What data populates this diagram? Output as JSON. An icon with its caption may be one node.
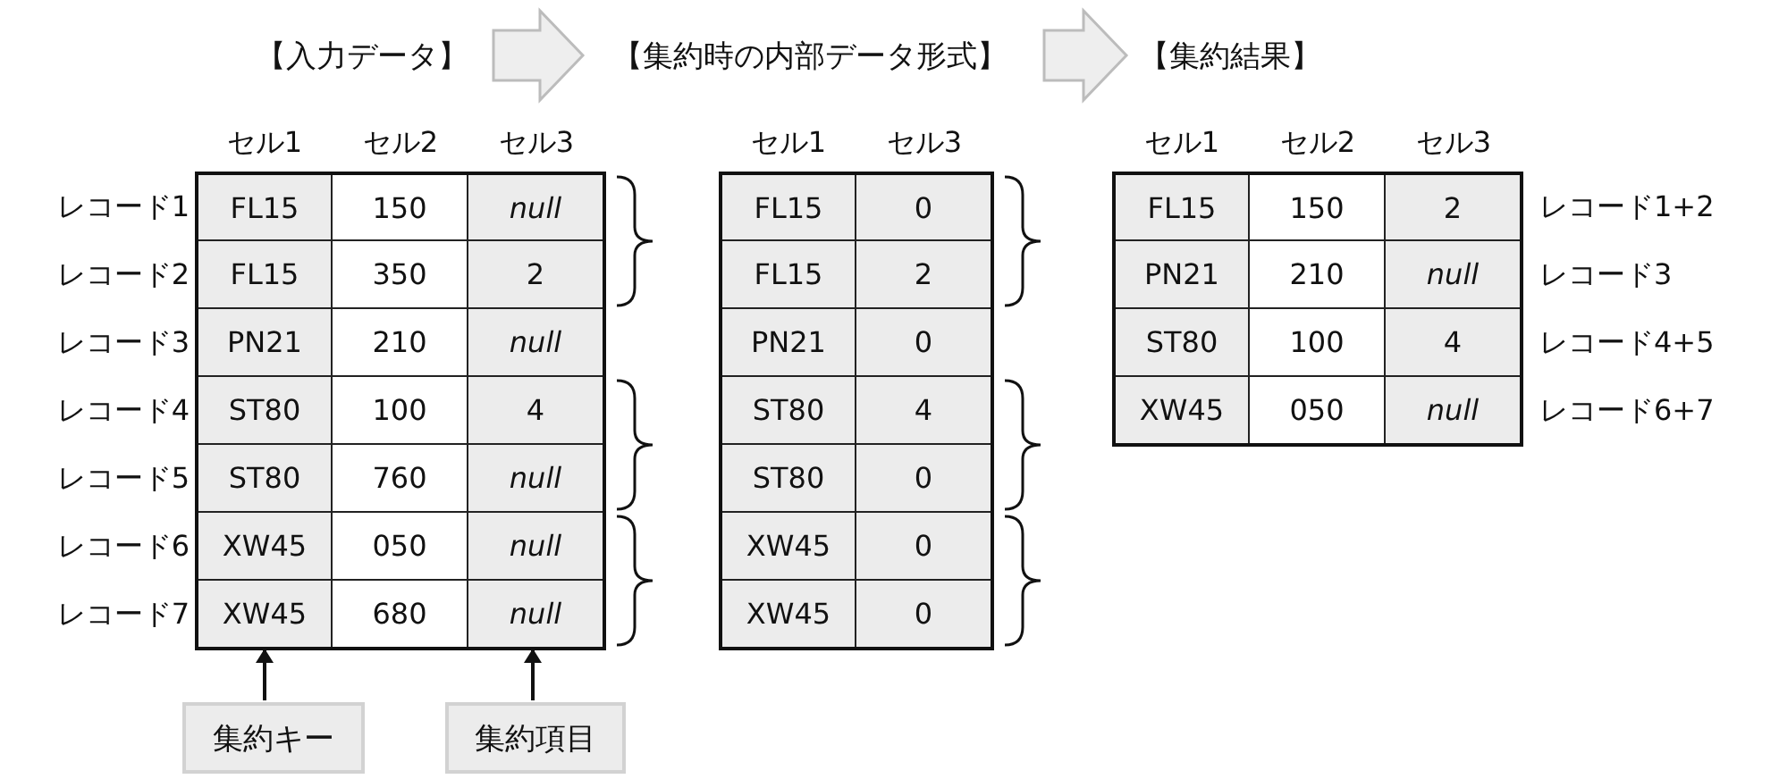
{
  "diagram": {
    "nodes": [
      {
        "text": [
          "【入力データ】"
        ]
      },
      {
        "text": [
          "【集約時の内部データ形式】"
        ]
      },
      {
        "text": [
          "【集約結果】"
        ]
      },
      {
        "text": [
          "集約キー"
        ]
      },
      {
        "text": [
          "集約項目"
        ]
      },
      {
        "text": [],
        "shape": "box"
      }
    ],
    "edges": [
      {
        "from": 0,
        "to": 1,
        "arrow": "to"
      },
      {
        "from": 1,
        "to": 2,
        "arrow": "to"
      },
      {
        "from": 3,
        "to": 5,
        "arrow": "to"
      },
      {
        "from": 4,
        "to": 5,
        "arrow": "to"
      }
    ],
    "labels": [
      "セル1",
      "セル2",
      "セル3",
      "レコード1",
      "FL15",
      "150",
      "null",
      "レコード2",
      "FL15",
      "350",
      "2",
      "レコード3",
      "PN21",
      "210",
      "null",
      "レコード4",
      "ST80",
      "100",
      "4",
      "レコード5",
      "ST80",
      "760",
      "null",
      "レコード6",
      "XW45",
      "050",
      "null",
      "レコード7",
      "XW45",
      "680",
      "null",
      "セル1",
      "セル3",
      "FL15",
      "0",
      "FL15",
      "2",
      "PN21",
      "0",
      "ST80",
      "4",
      "ST80",
      "0",
      "XW45",
      "0",
      "XW45",
      "0",
      "セル1",
      "セル2",
      "セル3",
      "FL15",
      "150",
      "2",
      "レコード1+2",
      "PN21",
      "210",
      "null",
      "レコード3",
      "ST80",
      "100",
      "4",
      "レコード4+5",
      "XW45",
      "050",
      "null",
      "レコード6+7"
    ]
  }
}
